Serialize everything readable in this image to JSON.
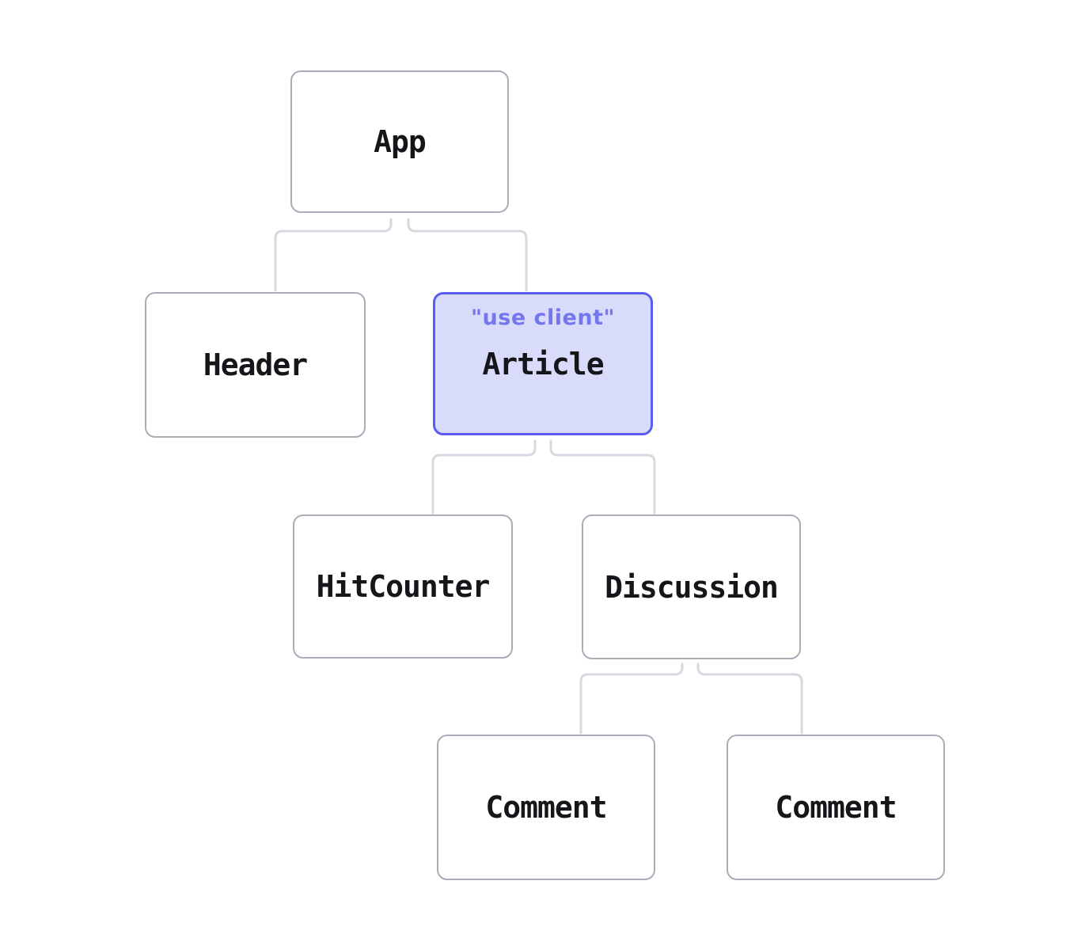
{
  "diagram": {
    "type": "component-tree",
    "nodes": [
      {
        "id": "app",
        "label": "App",
        "highlighted": false
      },
      {
        "id": "header",
        "label": "Header",
        "highlighted": false
      },
      {
        "id": "article",
        "label": "Article",
        "highlighted": true,
        "annotation": "\"use client\""
      },
      {
        "id": "hitcounter",
        "label": "HitCounter",
        "highlighted": false
      },
      {
        "id": "discussion",
        "label": "Discussion",
        "highlighted": false
      },
      {
        "id": "comment-1",
        "label": "Comment",
        "highlighted": false
      },
      {
        "id": "comment-2",
        "label": "Comment",
        "highlighted": false
      }
    ],
    "edges": [
      {
        "from": "app",
        "to": "header"
      },
      {
        "from": "app",
        "to": "article"
      },
      {
        "from": "article",
        "to": "hitcounter"
      },
      {
        "from": "article",
        "to": "discussion"
      },
      {
        "from": "discussion",
        "to": "comment-1"
      },
      {
        "from": "discussion",
        "to": "comment-2"
      }
    ],
    "colors": {
      "node_border": "#a9adb8",
      "node_fill": "#ffffff",
      "highlight_border": "#5b5bf0",
      "highlight_fill": "#d9dbfa",
      "annotation_text": "#7476ed",
      "connector": "#d6d9e0",
      "label_text": "#16161a",
      "background": "#ffffff"
    }
  }
}
